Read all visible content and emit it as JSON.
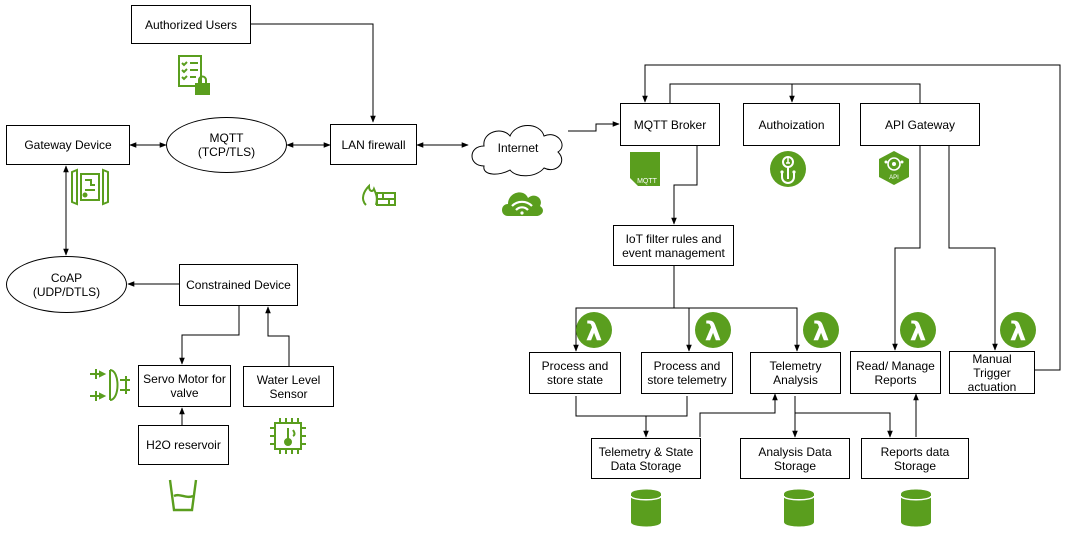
{
  "colors": {
    "accent": "#5a9e1e",
    "line": "#000000"
  },
  "nodes": {
    "authorized_users": "Authorized Users",
    "gateway_device": "Gateway Device",
    "mqtt_protocol": "MQTT\n(TCP/TLS)",
    "lan_firewall": "LAN firewall",
    "internet": "Internet",
    "coap_protocol": "CoAP\n(UDP/DTLS)",
    "constrained_device": "Constrained Device",
    "servo_motor": "Servo Motor for\nvalve",
    "water_level_sensor": "Water Level\nSensor",
    "h2o_reservoir": "H2O reservoir",
    "mqtt_broker": "MQTT Broker",
    "authorization": "Authoization",
    "api_gateway": "API Gateway",
    "iot_filter": "IoT filter rules and\nevent management",
    "process_store_state": "Process and\nstore state",
    "process_store_telemetry": "Process and\nstore telemetry",
    "telemetry_analysis": "Telemetry\nAnalysis",
    "read_manage_reports": "Read/ Manage\nReports",
    "manual_trigger": "Manual Trigger\nactuation",
    "telemetry_state_storage": "Telemetry & State\nData Storage",
    "analysis_data_storage": "Analysis Data\nStorage",
    "reports_data_storage": "Reports data\nStorage"
  },
  "icons": {
    "checklist": "checklist-lock-icon",
    "gateway": "gateway-device-icon",
    "firewall": "firewall-icon",
    "cloud_wifi": "cloud-wifi-icon",
    "mqtt": "mqtt-broker-icon",
    "mqtt_text": "MQTT",
    "authorization": "authorization-icon",
    "api": "api-gateway-icon",
    "api_text": "API",
    "lambda": "lambda-icon",
    "lambda_glyph": "λ",
    "database": "database-icon",
    "actuator": "actuator-icon",
    "sensor": "sensor-chip-icon",
    "reservoir": "reservoir-cup-icon"
  }
}
